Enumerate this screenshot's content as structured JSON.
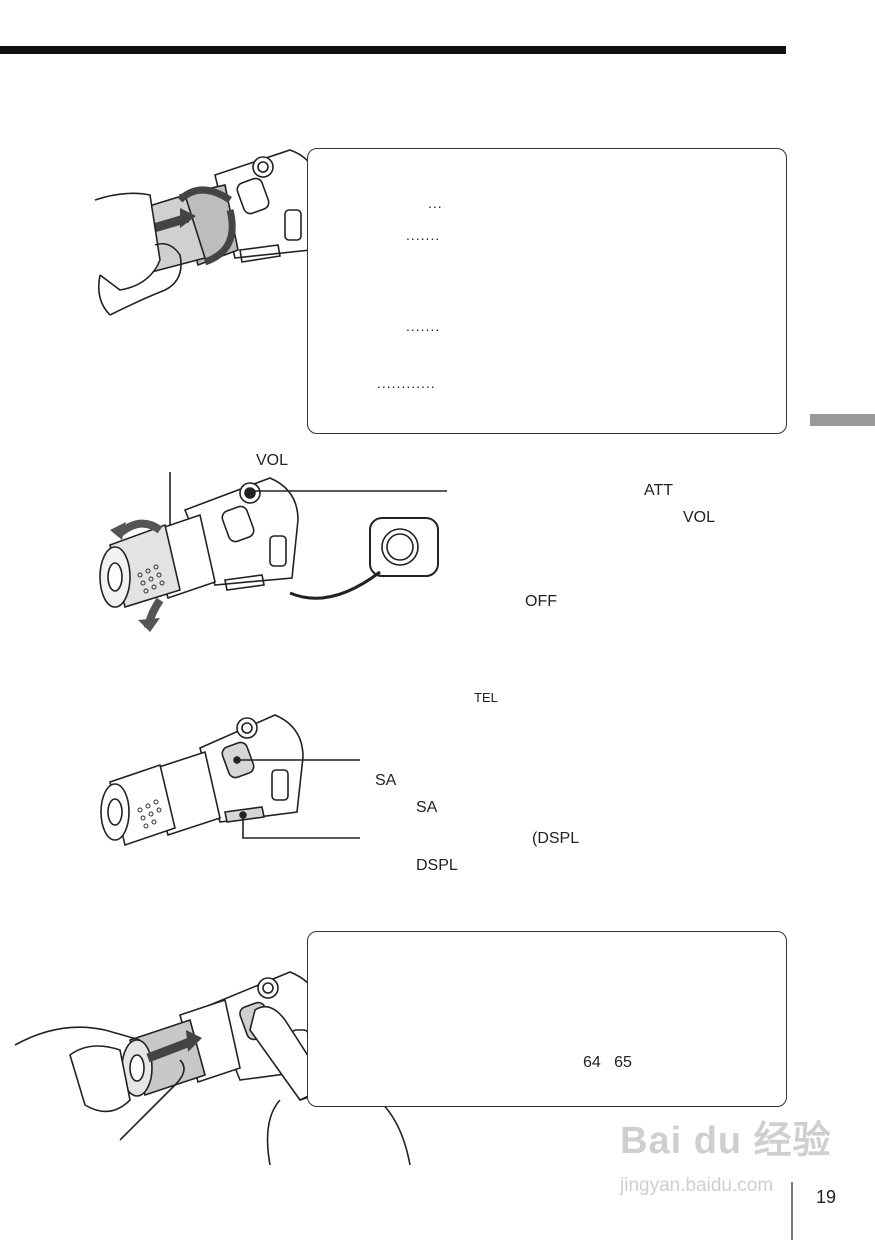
{
  "header": {
    "bar_color": "#111111"
  },
  "section_tab": {
    "color": "#9a9a9a"
  },
  "panel_top": {
    "leaders": [
      "...",
      ".......",
      ".......",
      "............"
    ]
  },
  "volume": {
    "label_vol": "VOL",
    "label_att": "ATT",
    "label_vol_right": "VOL",
    "label_off": "OFF"
  },
  "buttons": {
    "label_tel": "TEL",
    "label_sa_1": "SA",
    "label_sa_2": "SA",
    "label_dspl_1": "(DSPL",
    "label_dspl_2": "DSPL"
  },
  "panel_bottom": {
    "pages": "64   65"
  },
  "footer": {
    "page_number": "19",
    "watermark_logo": "Bai du 经验",
    "watermark_url": "jingyan.baidu.com"
  }
}
